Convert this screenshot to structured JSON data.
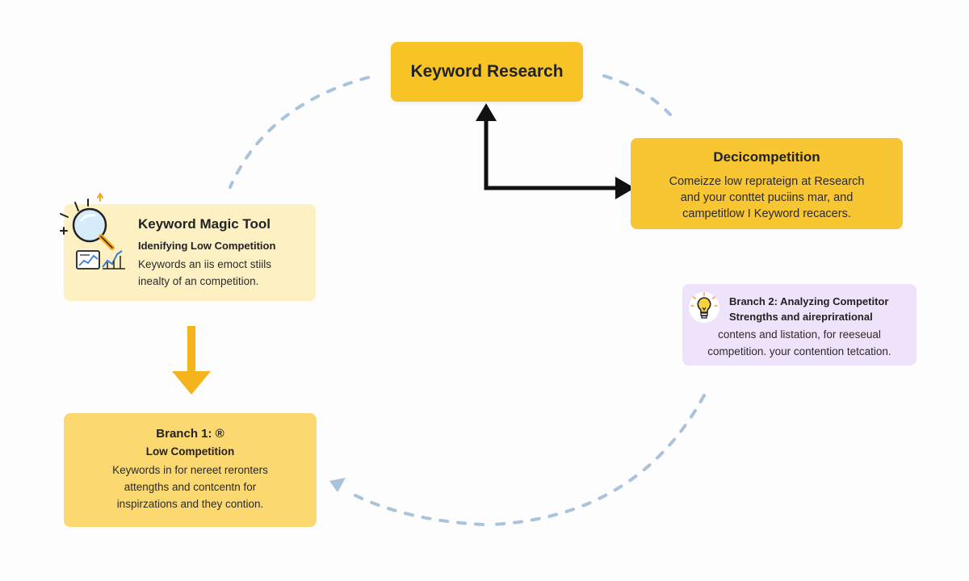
{
  "nodes": {
    "keyword_research": {
      "title": "Keyword Research"
    },
    "decicompetition": {
      "title": "Decicompetition",
      "lines": [
        "Comeizze low reprateign at Research",
        "and your conttet puciins mar, and",
        "campetitlow I Keyword recacers."
      ]
    },
    "keyword_magic_tool": {
      "title": "Keyword Magic Tool",
      "subtitle": "Idenifying Low Competition",
      "lines": [
        "Keywords an iis emoct stiils",
        "inealty of an competition."
      ]
    },
    "branch_2": {
      "title": "Branch 2: Analyzing Competitor",
      "subtitle": "Strengths and aireprirational",
      "lines": [
        "contens and listation, for reeseual",
        "competition. your contention tetcation."
      ]
    },
    "branch_1": {
      "title": "Branch 1: ®",
      "subtitle": "Low Competition",
      "lines": [
        "Keywords in for nereet reronters",
        "attengths and contcentn for",
        "inspirzations and they contion."
      ]
    }
  },
  "icons": {
    "left_node": "magnifier-chart-icon",
    "purple_node": "lightbulb-icon"
  },
  "colors": {
    "primary_yellow": "#f8c325",
    "light_yellow": "#fdf1c4",
    "mid_yellow": "#fcd970",
    "lavender": "#efe2fb",
    "dashed_cycle": "#a9c3dc",
    "arrow_black": "#111111",
    "arrow_orange": "#f5b31c"
  }
}
